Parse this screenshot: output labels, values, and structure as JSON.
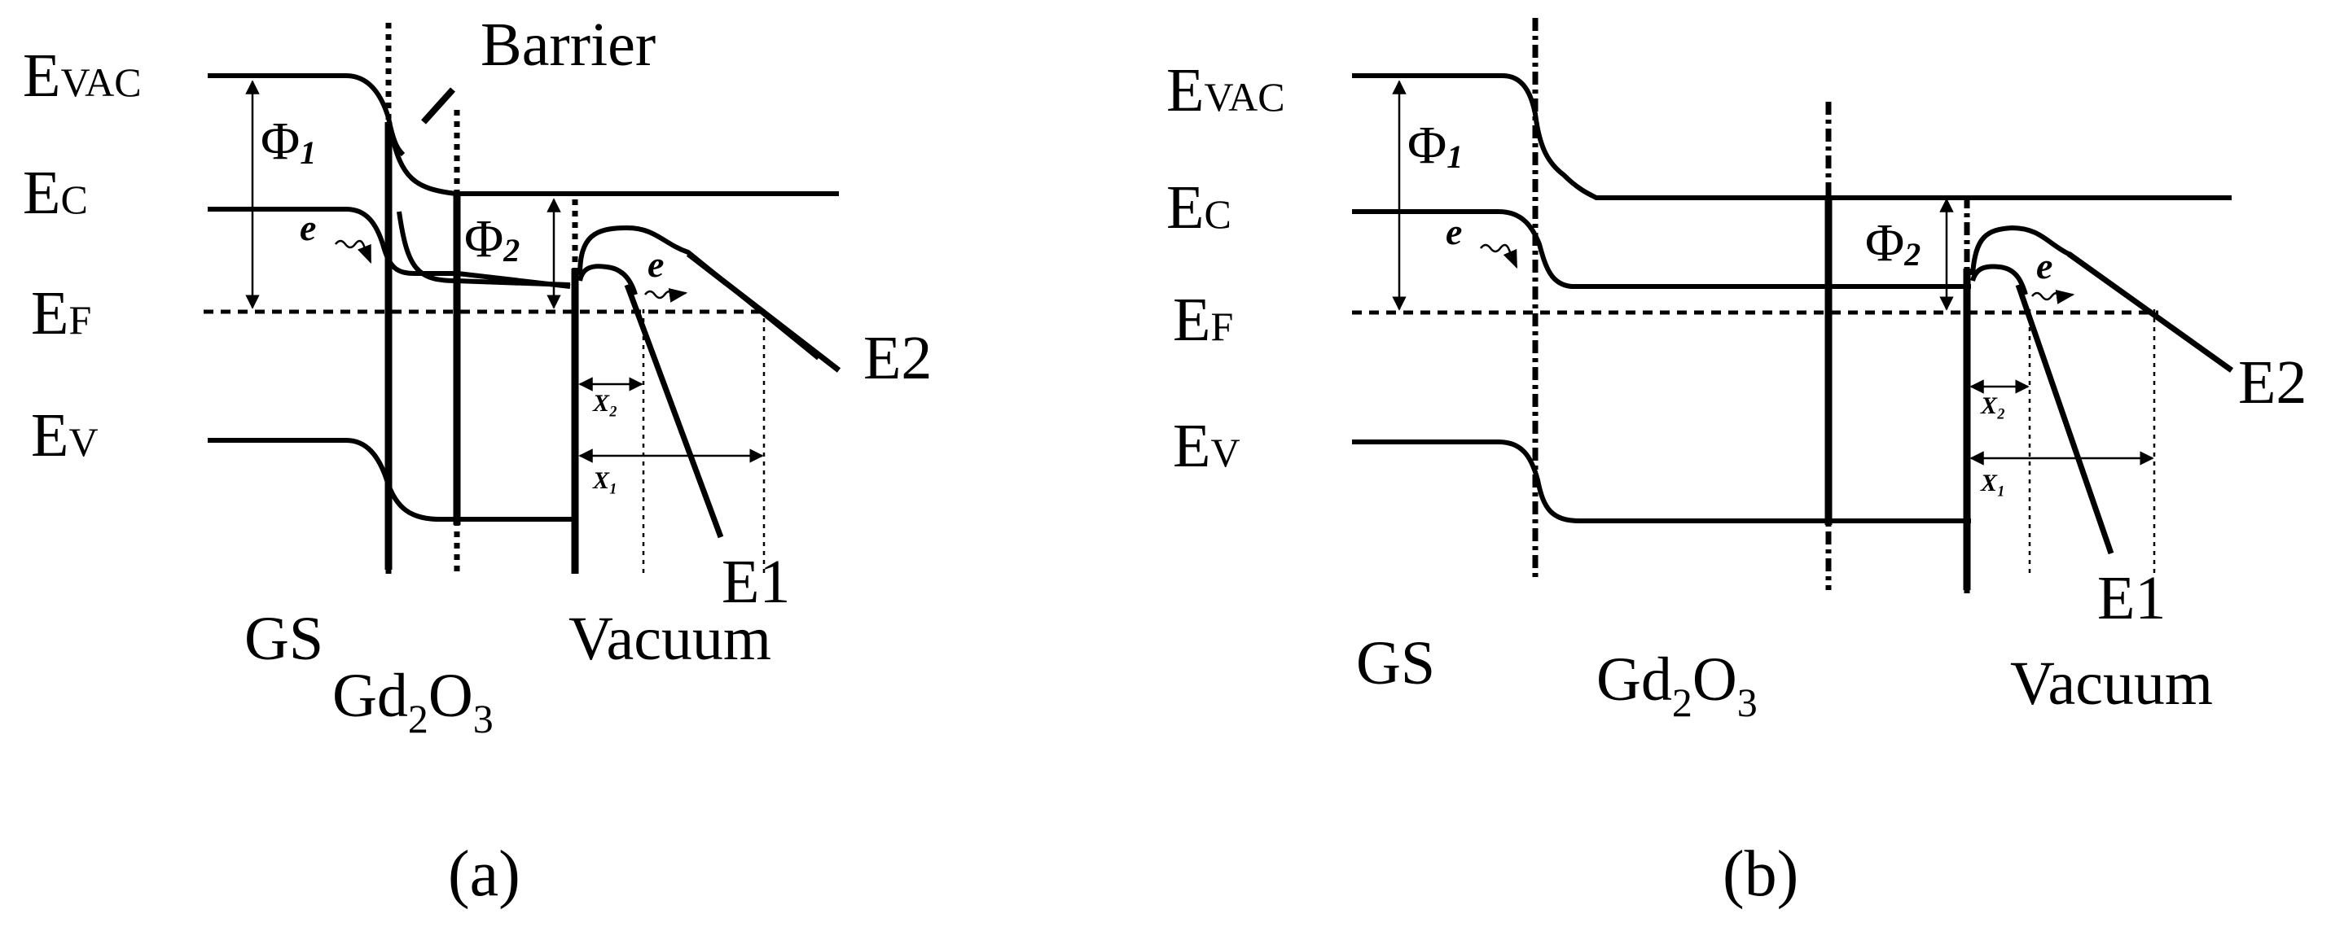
{
  "panels": [
    {
      "caption": "(a)",
      "levels": {
        "evac_main": "E",
        "evac_sub": "VAC",
        "ec_main": "E",
        "ec_sub": "C",
        "ef_main": "E",
        "ef_sub": "F",
        "ev_main": "E",
        "ev_sub": "V"
      },
      "phi1": {
        "symbol": "Φ",
        "index": "1"
      },
      "phi2": {
        "symbol": "Φ",
        "index": "2"
      },
      "electron_1": "e",
      "electron_2": "e",
      "x2": "X₂",
      "x1": "X₁",
      "barrier": "Barrier",
      "e1": "E1",
      "e2": "E2",
      "region_gs": "GS",
      "region_oxide": {
        "main": "Gd",
        "sub1": "2",
        "mid": "O",
        "sub2": "3"
      },
      "region_vacuum": "Vacuum"
    },
    {
      "caption": "(b)",
      "levels": {
        "evac_main": "E",
        "evac_sub": "VAC",
        "ec_main": "E",
        "ec_sub": "C",
        "ef_main": "E",
        "ef_sub": "F",
        "ev_main": "E",
        "ev_sub": "V"
      },
      "phi1": {
        "symbol": "Φ",
        "index": "1"
      },
      "phi2": {
        "symbol": "Φ",
        "index": "2"
      },
      "electron_1": "e",
      "electron_2": "e",
      "x2": "X₂",
      "x1": "X₁",
      "e1": "E1",
      "e2": "E2",
      "region_gs": "GS",
      "region_oxide": {
        "main": "Gd",
        "sub1": "2",
        "mid": "O",
        "sub2": "3"
      },
      "region_vacuum": "Vacuum"
    }
  ]
}
